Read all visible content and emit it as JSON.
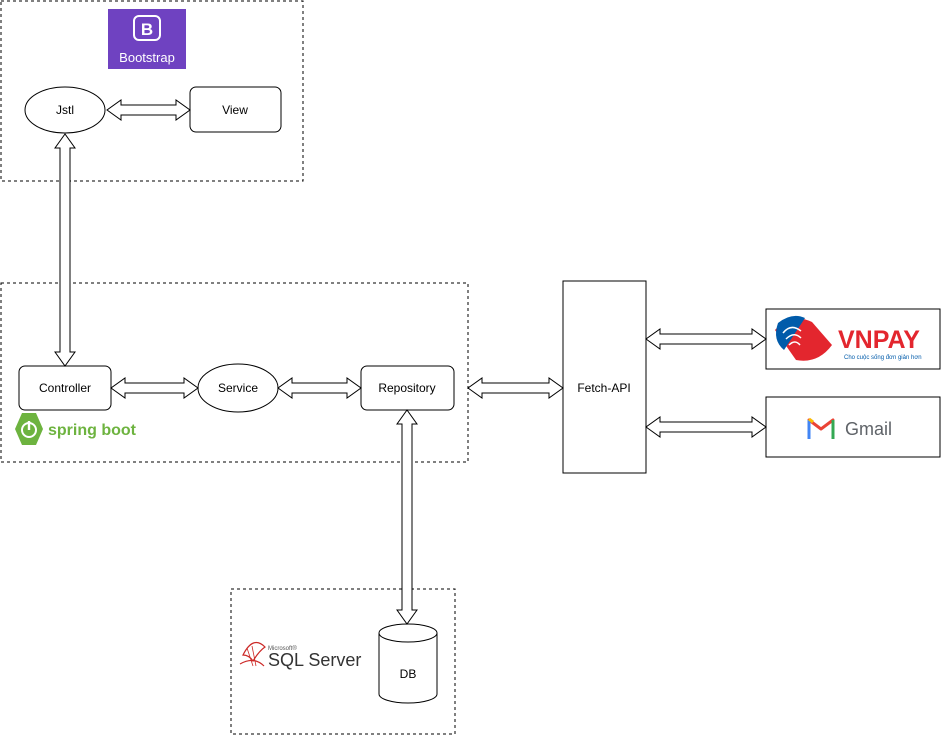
{
  "groups": {
    "frontend": "",
    "backend": "",
    "database": ""
  },
  "nodes": {
    "jstl": "Jstl",
    "view": "View",
    "controller": "Controller",
    "service": "Service",
    "repository": "Repository",
    "fetch_api": "Fetch-API",
    "db": "DB"
  },
  "logos": {
    "bootstrap": {
      "glyph": "B",
      "text": "Bootstrap",
      "color": "#6f42c1"
    },
    "spring_boot": {
      "text": "spring boot",
      "color": "#6db33f"
    },
    "sql_server": {
      "small": "Microsoft®",
      "text": "SQL Server",
      "color": "#cc2927"
    },
    "vnpay": {
      "text": "VNPAY",
      "tagline": "Cho cuộc sống đơn giản hơn",
      "red": "#e3262e",
      "blue": "#005baa"
    },
    "gmail": {
      "text": "Gmail"
    }
  },
  "colors": {
    "stroke": "#000000",
    "dash": "#000000"
  }
}
